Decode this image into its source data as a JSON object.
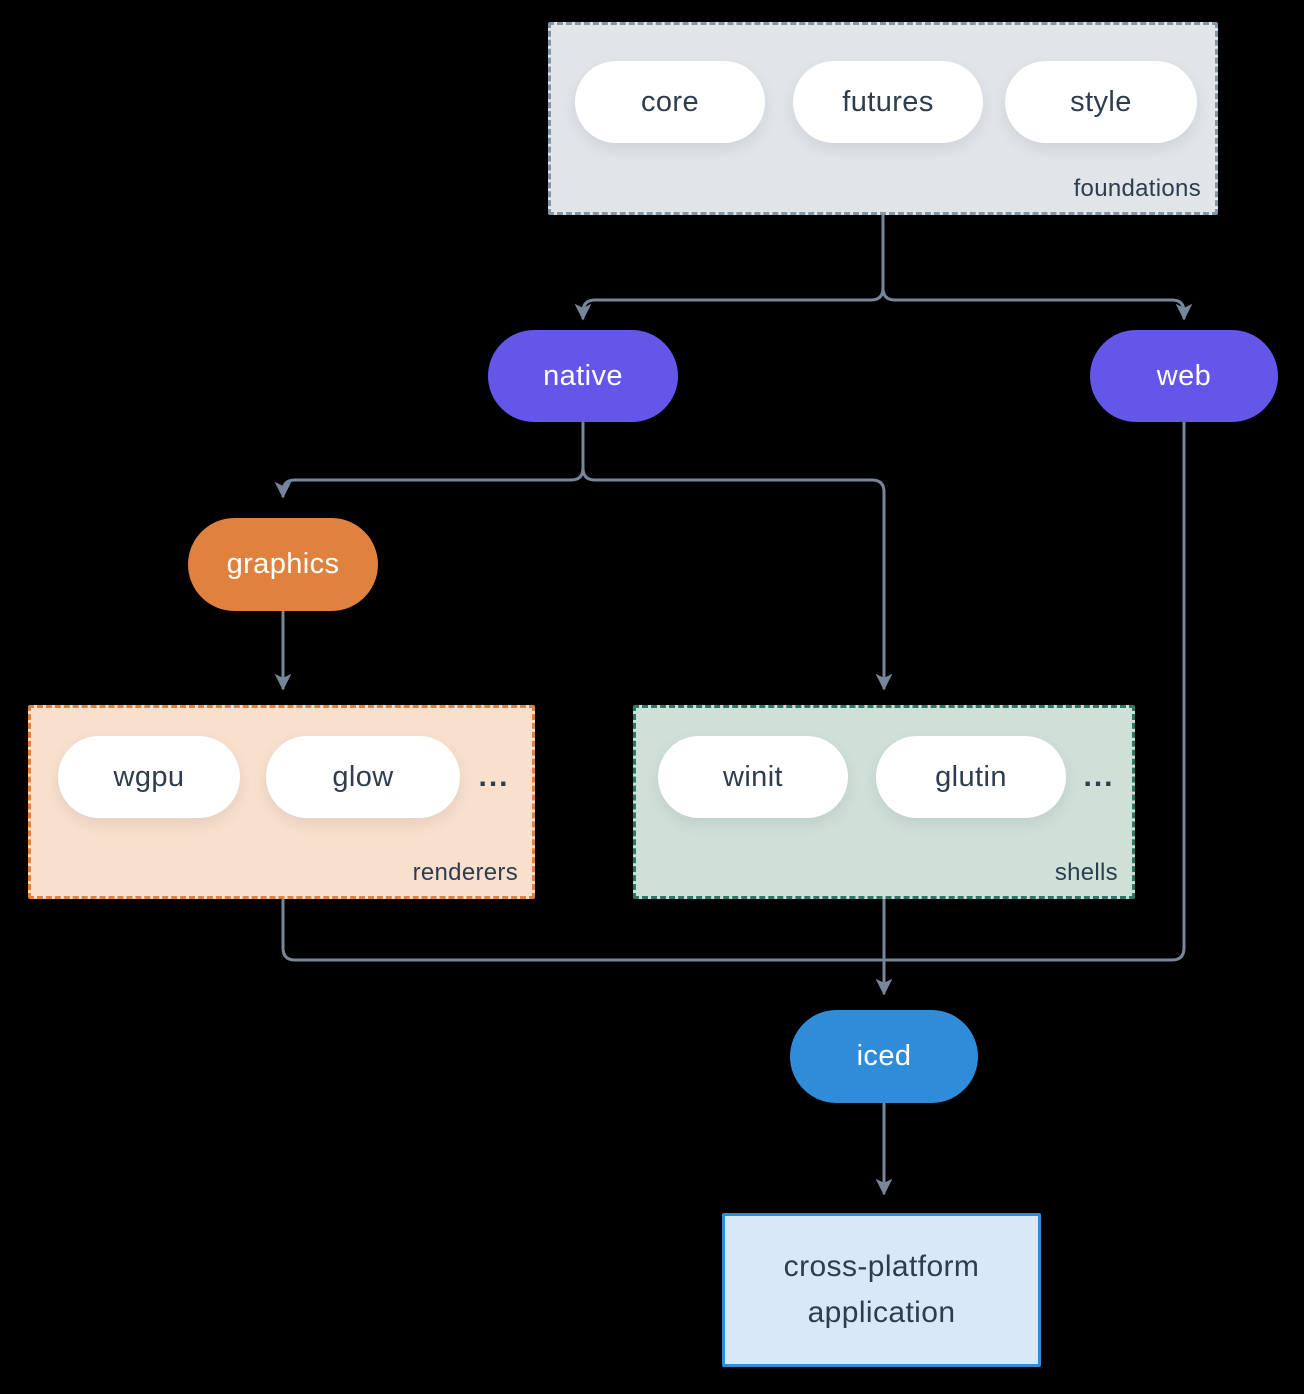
{
  "colors": {
    "background": "#000000",
    "connector": "#76879B",
    "text_dark": "#2E3D4D",
    "text_light": "#FFFFFF",
    "purple": "#6456E8",
    "orange": "#E0823F",
    "blue": "#2E8CD9",
    "foundations_fill": "#E1E5E8",
    "foundations_border": "#8495A6",
    "renderers_fill": "#F9E0CD",
    "renderers_border": "#E0823F",
    "shells_fill": "#CFE0D8",
    "shells_border": "#2E7767",
    "application_fill": "#D8E8F8",
    "application_border": "#2E8CD9"
  },
  "groups": {
    "foundations": {
      "label": "foundations",
      "pills": [
        "core",
        "futures",
        "style"
      ]
    },
    "renderers": {
      "label": "renderers",
      "pills": [
        "wgpu",
        "glow"
      ],
      "ellipsis": "..."
    },
    "shells": {
      "label": "shells",
      "pills": [
        "winit",
        "glutin"
      ],
      "ellipsis": "..."
    }
  },
  "nodes": {
    "native": "native",
    "web": "web",
    "graphics": "graphics",
    "iced": "iced"
  },
  "application": {
    "line1": "cross-platform",
    "line2": "application"
  }
}
